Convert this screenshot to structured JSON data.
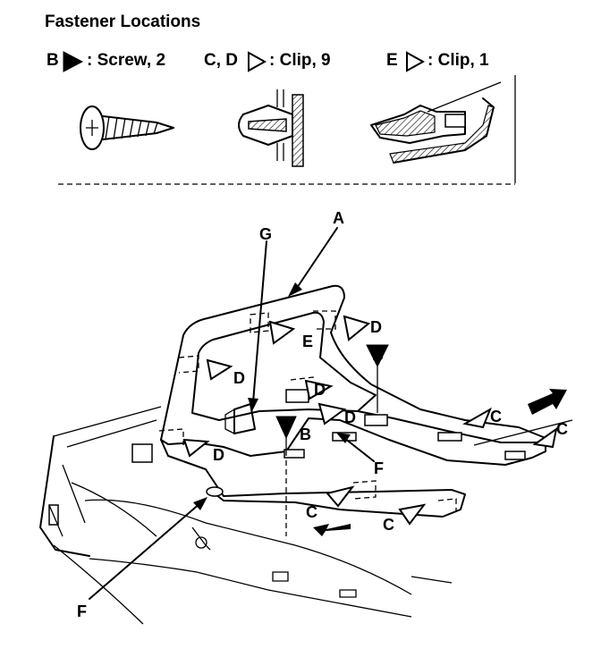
{
  "title": "Fastener Locations",
  "legend": [
    {
      "letter": "B",
      "text": ": Screw, 2",
      "symbol": "filled-triangle"
    },
    {
      "letter": "C, D",
      "text": ": Clip, 9",
      "symbol": "outline-triangle"
    },
    {
      "letter": "E",
      "text": ": Clip, 1",
      "symbol": "outline-triangle"
    }
  ],
  "callouts": {
    "A": "A",
    "B": "B",
    "C": "C",
    "D": "D",
    "E": "E",
    "F": "F",
    "G": "G"
  }
}
